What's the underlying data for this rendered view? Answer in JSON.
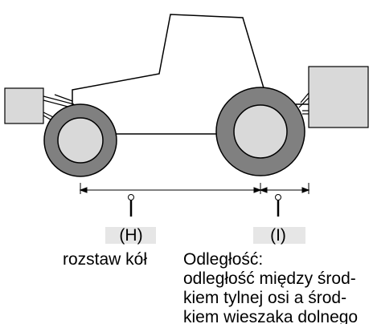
{
  "labels": {
    "h_marker": "(H)",
    "i_marker": "(I)"
  },
  "descriptions": {
    "wheelbase": "rozstaw kół",
    "distance_title": "Odległość:",
    "distance_lines": [
      "odległość między środ-",
      "kiem tylnej osi a środ-",
      "kiem wieszaka dolnego"
    ]
  },
  "colors": {
    "outline": "#000000",
    "tire": "#808080",
    "hub": "#d9d9d9",
    "marker_bg": "#e6e6e6"
  }
}
